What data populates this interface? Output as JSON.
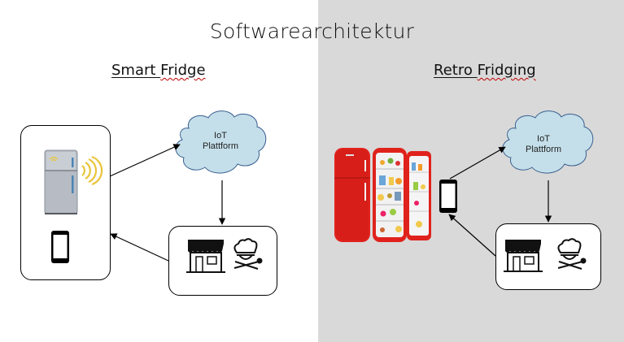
{
  "title": "Softwarearchitektur",
  "left": {
    "heading_part1": "Smart ",
    "heading_part2": "Fridge",
    "cloud_line1": "IoT",
    "cloud_line2": "Plattform"
  },
  "right": {
    "heading_part1": "Retro ",
    "heading_part2": "Fridging",
    "cloud_line1": "IoT",
    "cloud_line2": "Plattform"
  },
  "colors": {
    "cloud_fill": "#c4dfea",
    "right_background": "#d9d9d9",
    "fridge_red": "#e0221c",
    "spellcheck_red": "#c00000",
    "wifi_yellow": "#e8c53a"
  }
}
